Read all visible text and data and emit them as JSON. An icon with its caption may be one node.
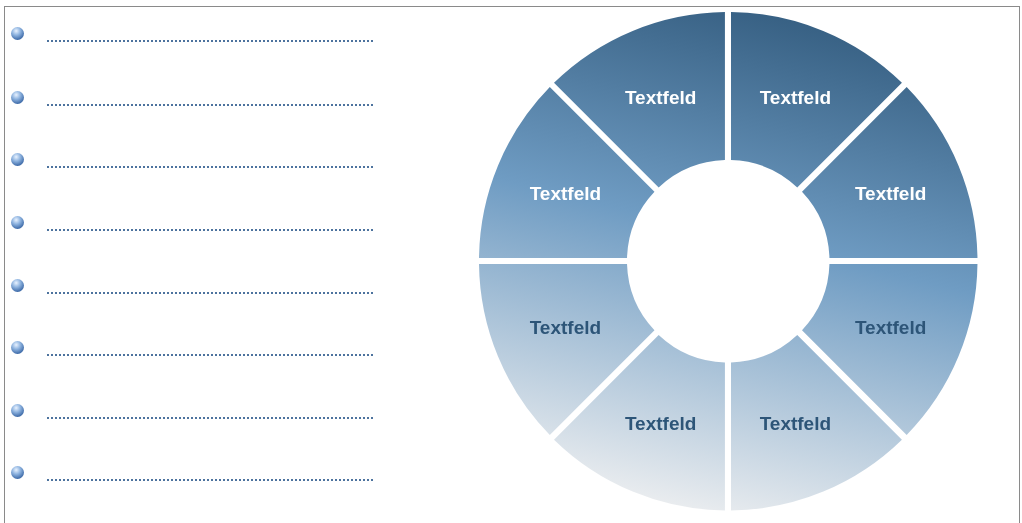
{
  "diagram": {
    "nodes": [
      {
        "text": [
          "Textfeld"
        ]
      },
      {
        "text": [
          "Textfeld"
        ]
      },
      {
        "text": [
          "Textfeld"
        ]
      },
      {
        "text": [
          "Textfeld"
        ]
      },
      {
        "text": [
          "Textfeld"
        ]
      },
      {
        "text": [
          "Textfeld"
        ]
      },
      {
        "text": [
          "Textfeld"
        ]
      },
      {
        "text": [
          "Textfeld"
        ]
      }
    ]
  }
}
